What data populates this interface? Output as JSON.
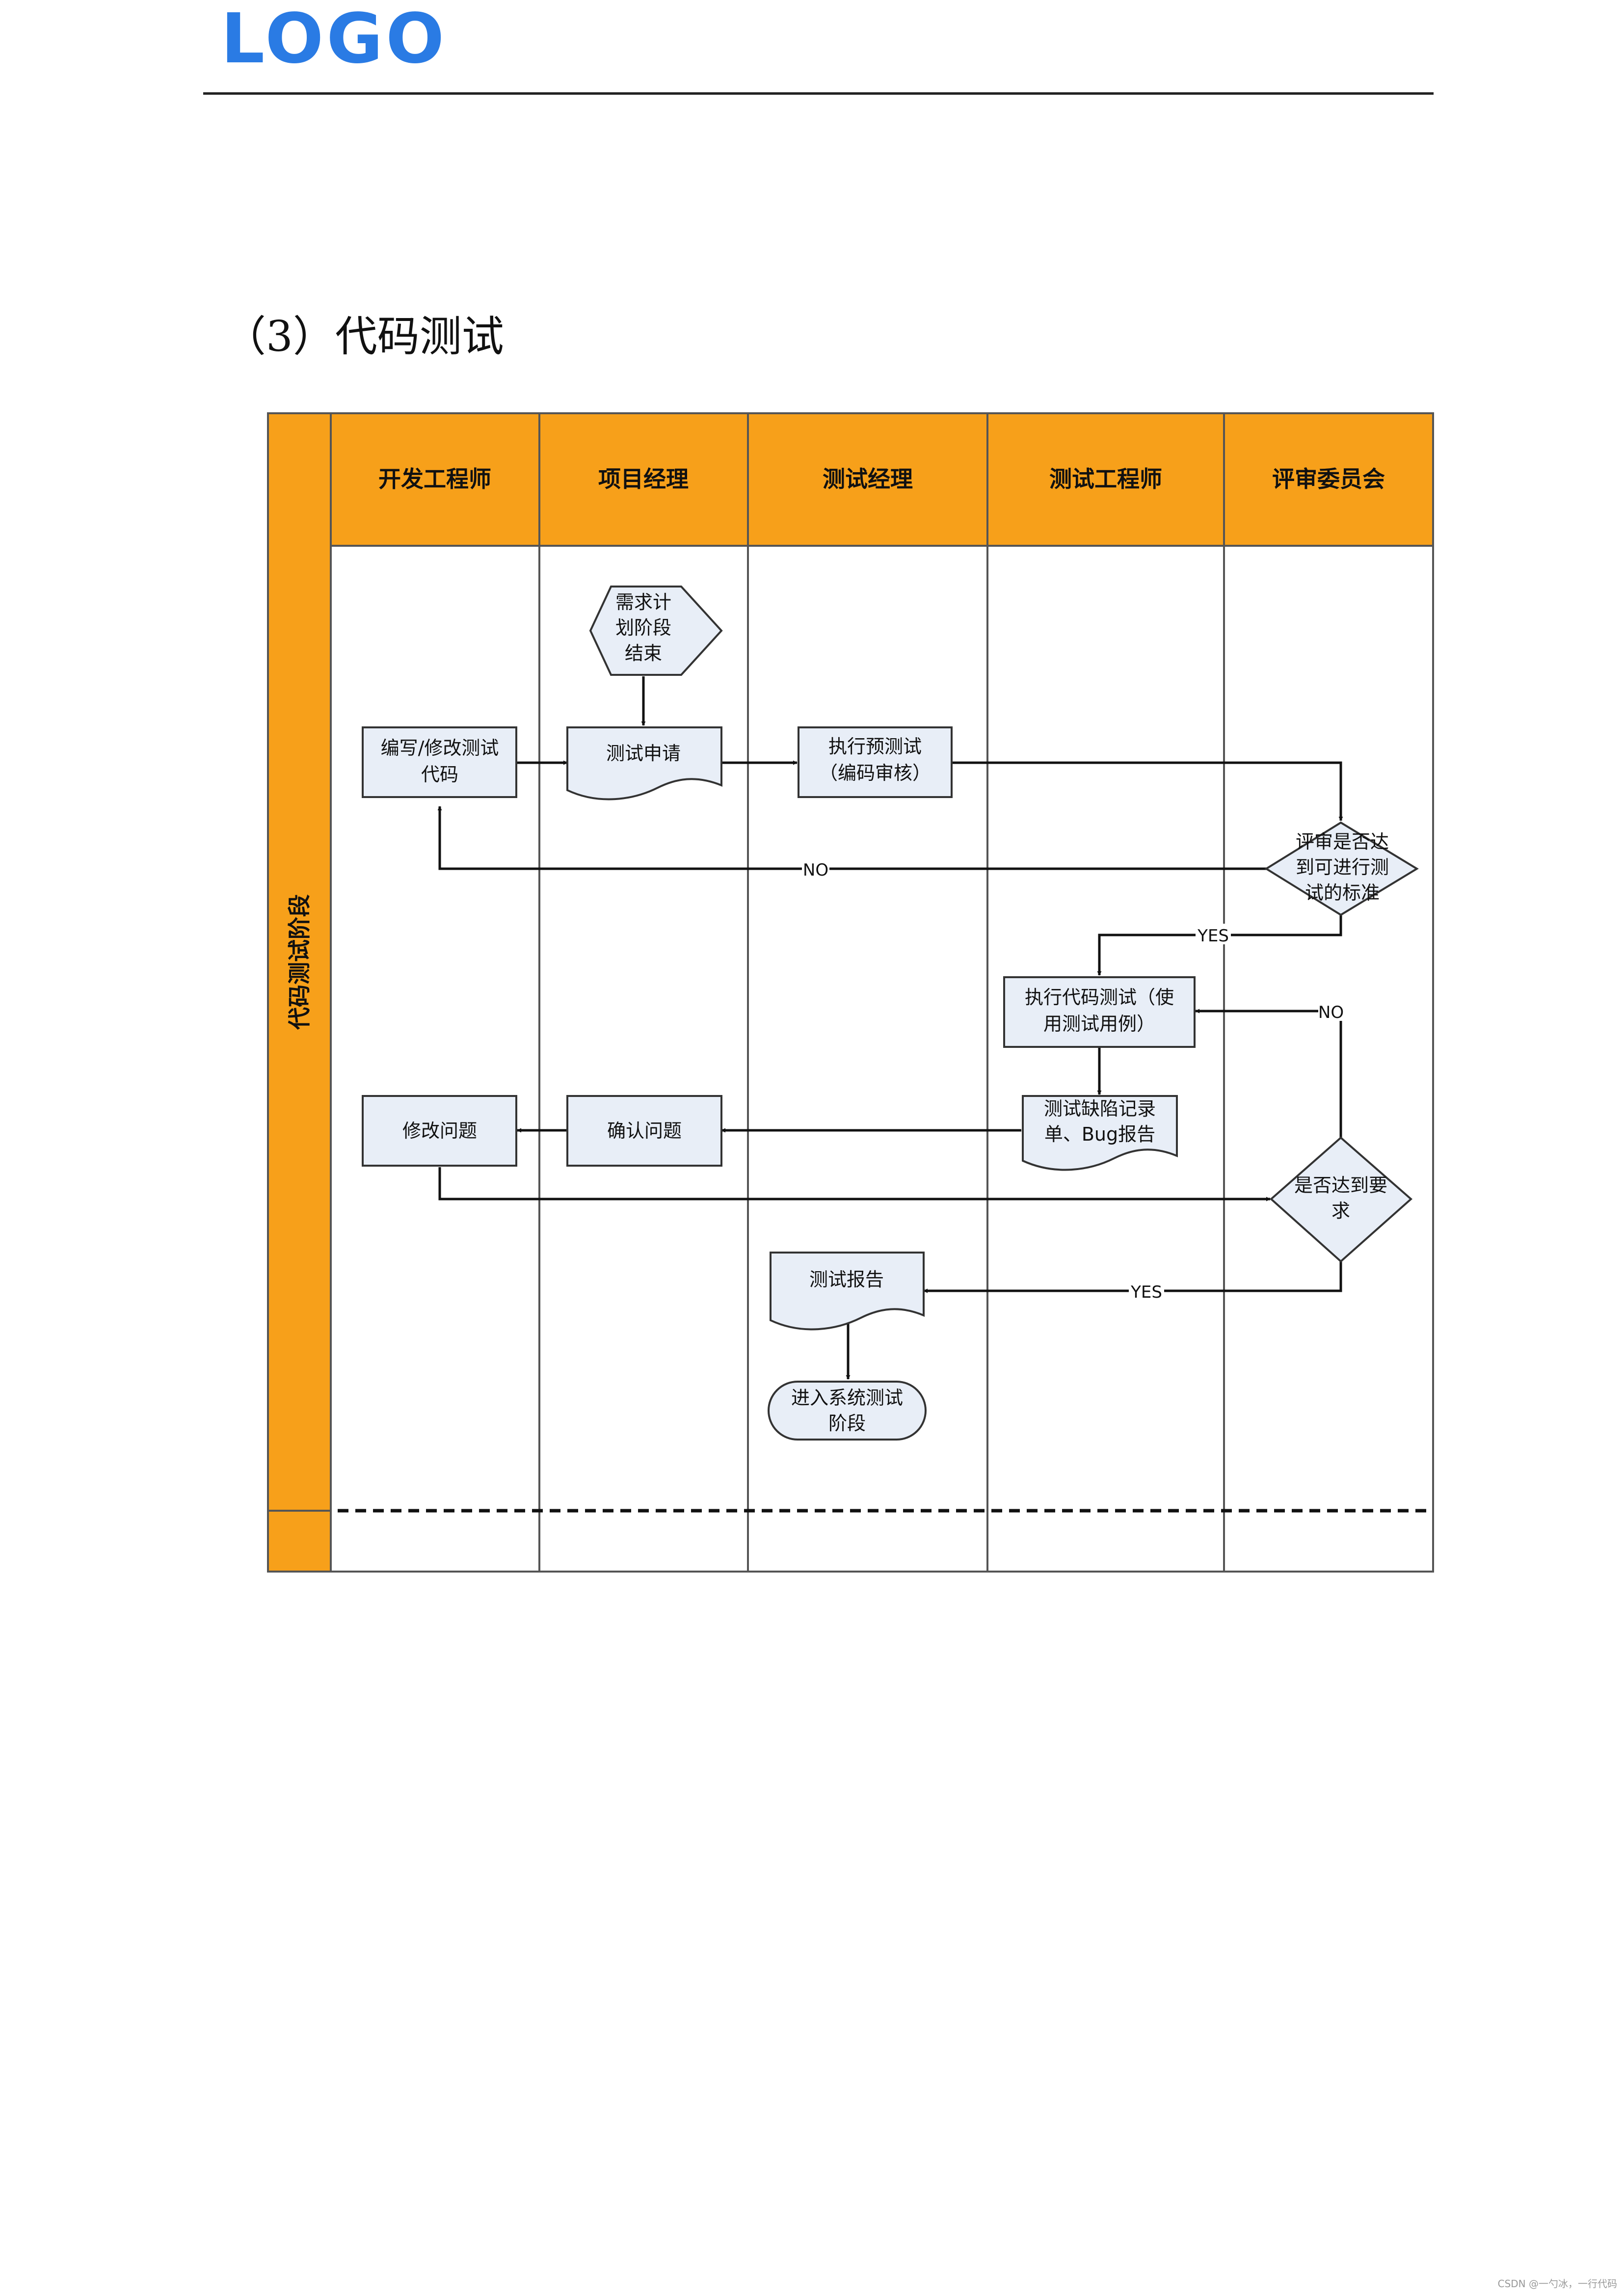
{
  "header": {
    "logo_text": "LOGO",
    "heading": "（3）代码测试"
  },
  "colors": {
    "lane_header": "#f7a01a",
    "shape_fill": "#e8eef7",
    "logo": "#2a7be4",
    "line": "#111111"
  },
  "diagram": {
    "phase_label": "代码测试阶段",
    "lanes": [
      "开发工程师",
      "项目经理",
      "测试经理",
      "测试工程师",
      "评审委员会"
    ],
    "nodes": {
      "plan_end": [
        "需求计",
        "划阶段",
        "结束"
      ],
      "write_code": [
        "编写/修改测试",
        "代码"
      ],
      "test_request": [
        "测试申请"
      ],
      "pre_test": [
        "执行预测试",
        "（编码审核）"
      ],
      "review_decision": [
        "评审是否达",
        "到可进行测",
        "试的标准"
      ],
      "execute_test": [
        "执行代码测试（使",
        "用测试用例）"
      ],
      "defect_record": [
        "测试缺陷记录",
        "单、Bug报告"
      ],
      "confirm_issue": [
        "确认问题"
      ],
      "fix_issue": [
        "修改问题"
      ],
      "meets_requirement": [
        "是否达到要",
        "求"
      ],
      "test_report": [
        "测试报告"
      ],
      "system_test": [
        "进入系统测试",
        "阶段"
      ]
    },
    "edge_labels": {
      "review_no": "NO",
      "review_yes": "YES",
      "req_no": "NO",
      "req_yes": "YES"
    }
  },
  "footer": {
    "watermark": "CSDN @一勺冰，一行代码"
  }
}
